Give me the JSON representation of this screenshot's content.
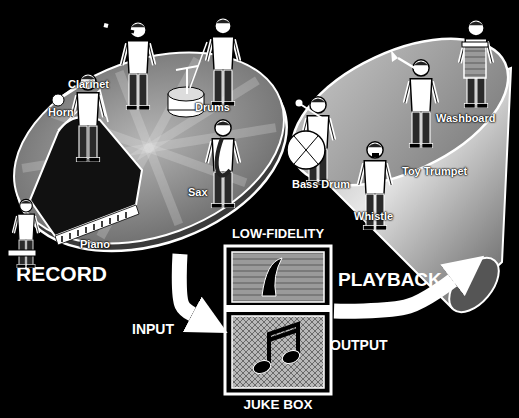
{
  "diagram": {
    "nodes": [
      {
        "text": [
          "RECORD"
        ]
      },
      {
        "text": [
          "LOW-FIDELITY",
          "JUKE BOX"
        ]
      },
      {
        "text": [
          "PLAYBACK"
        ]
      }
    ],
    "edges": [
      {
        "from": 0,
        "to": 1,
        "arrow": "to",
        "label": "INPUT"
      },
      {
        "from": 1,
        "to": 2,
        "arrow": "to",
        "label": "OUTPUT"
      }
    ],
    "labels": [
      "Horn",
      "Clarinet",
      "Drums",
      "Sax",
      "Piano",
      "Bass Drum",
      "Whistle",
      "Toy Trumpet",
      "Washboard"
    ]
  }
}
